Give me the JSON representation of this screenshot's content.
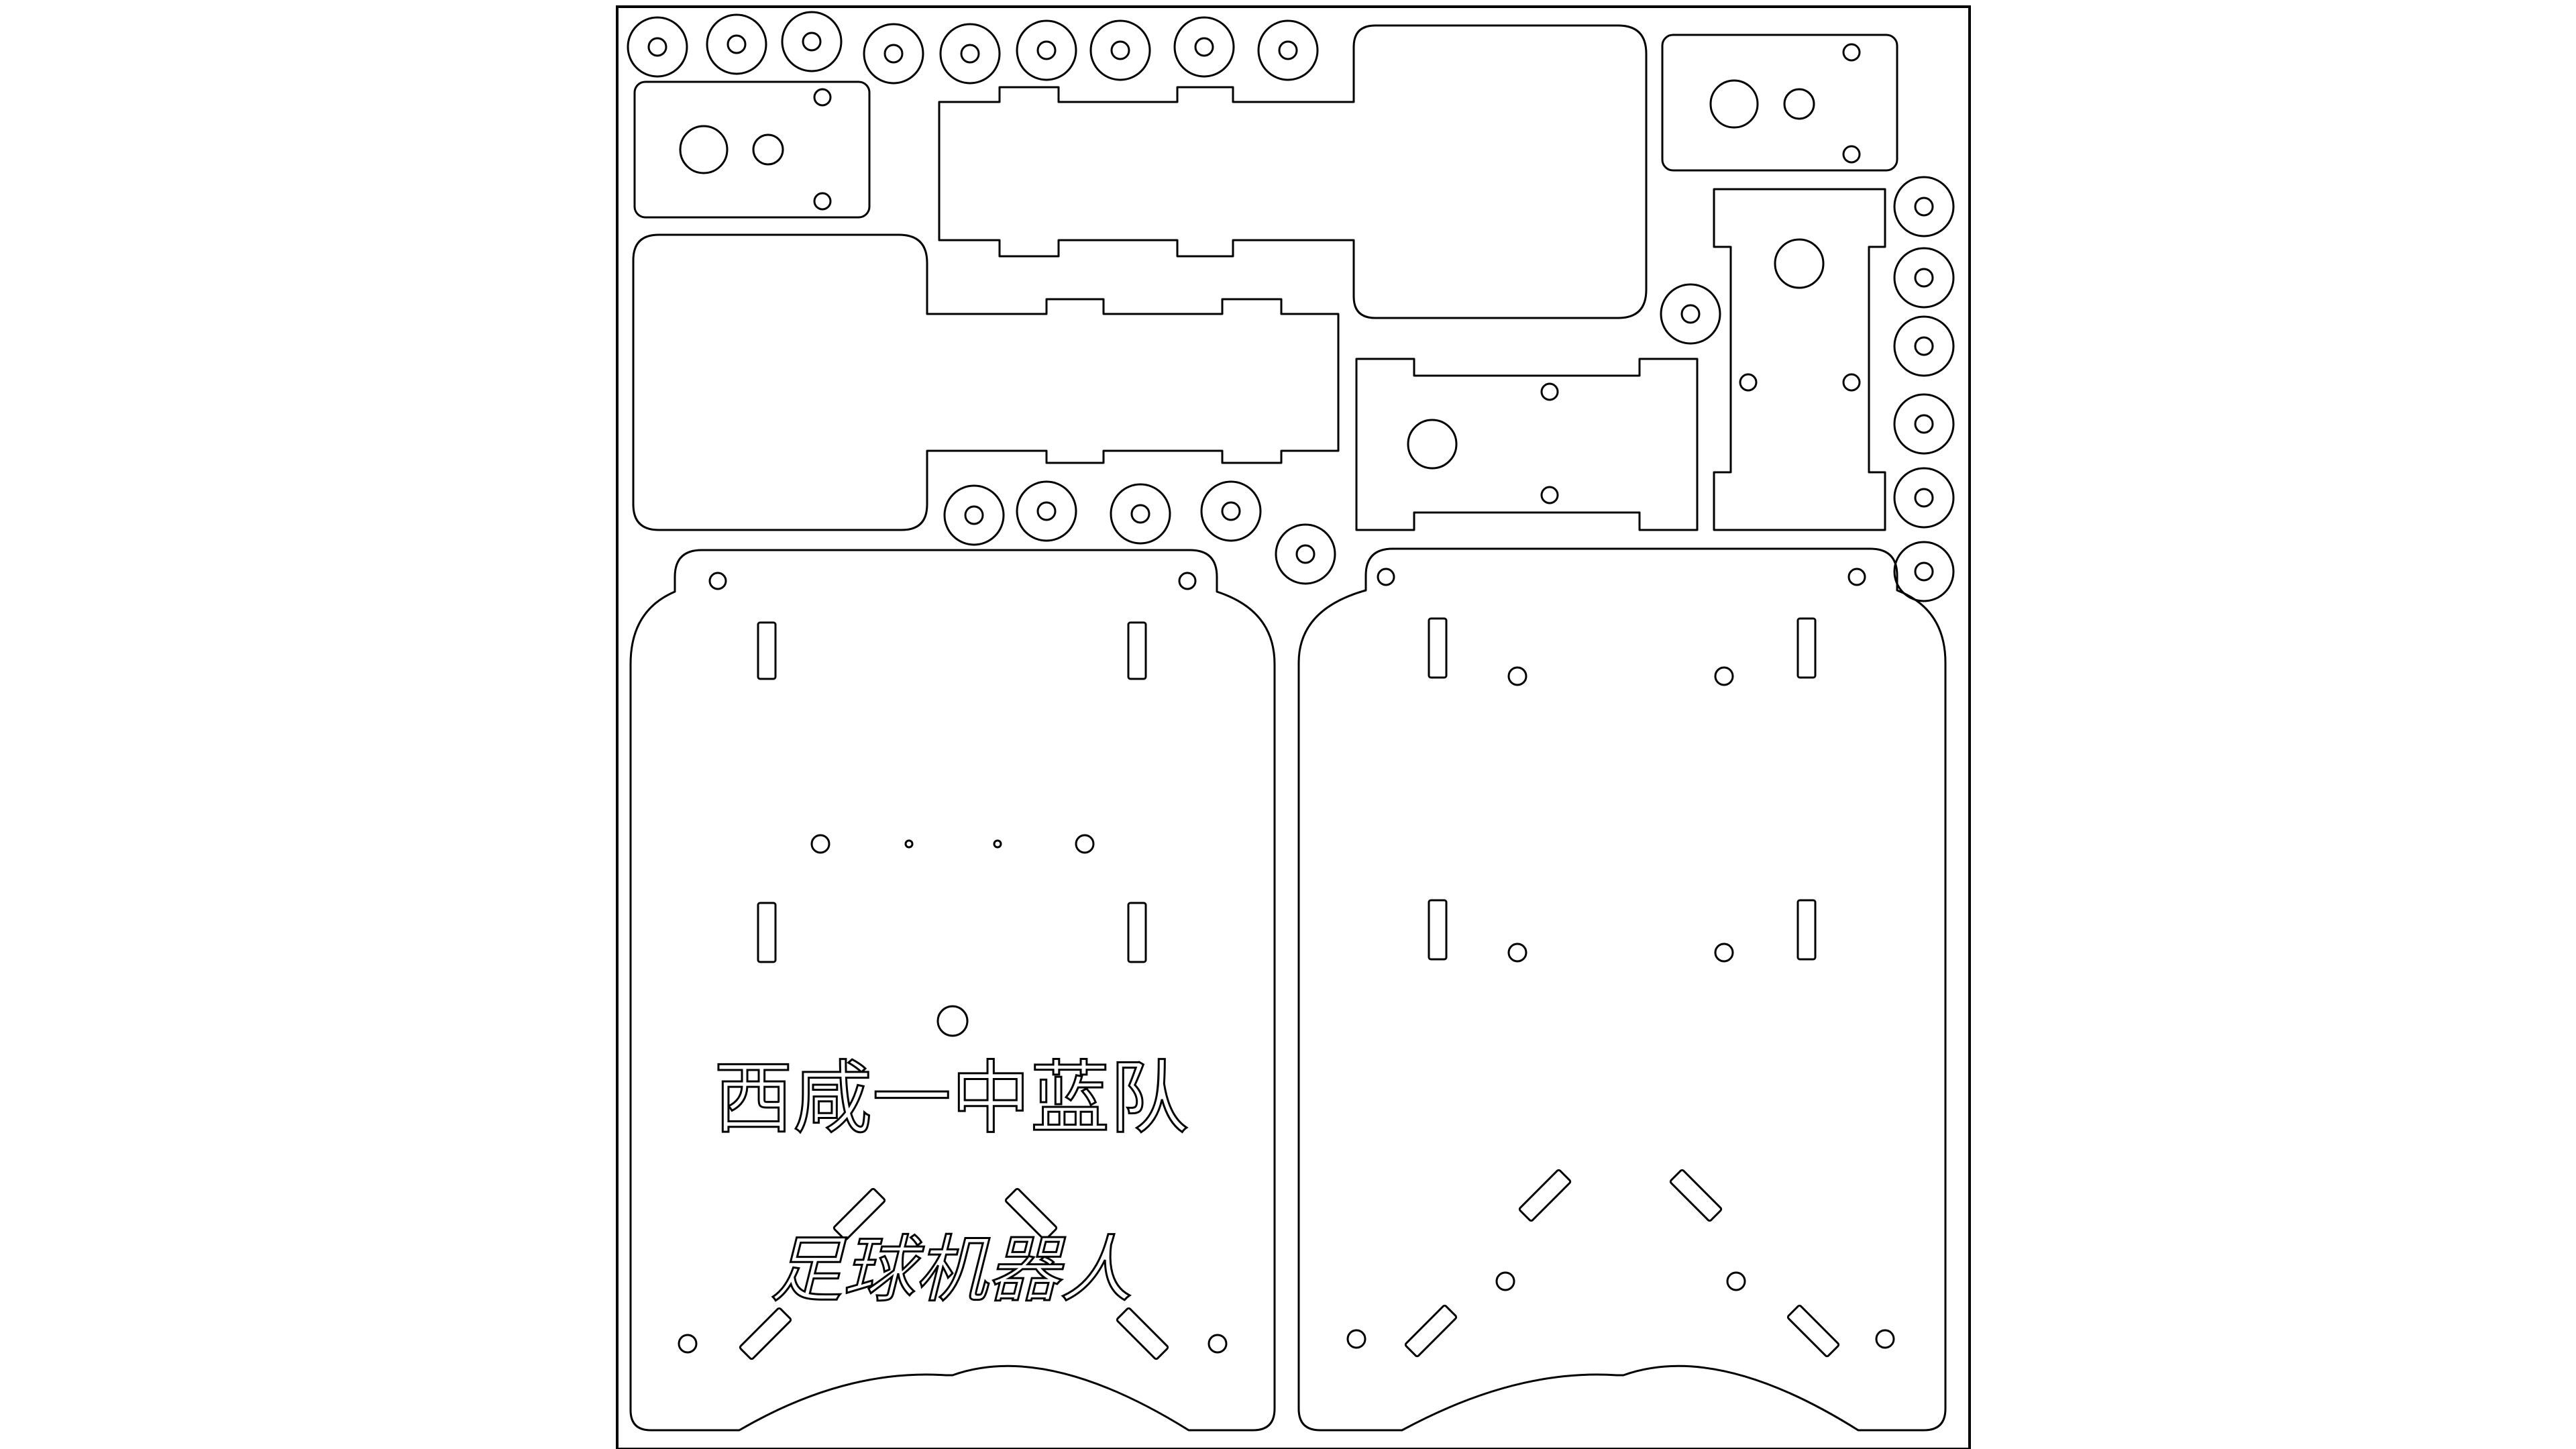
{
  "drawing": {
    "type": "laser-cut sheet layout",
    "line_color": "#000000",
    "background": "#ffffff"
  },
  "plates": {
    "left_base": {
      "engraving_line1": "西咸一中蓝队",
      "engraving_line2": "足球机器人"
    }
  }
}
